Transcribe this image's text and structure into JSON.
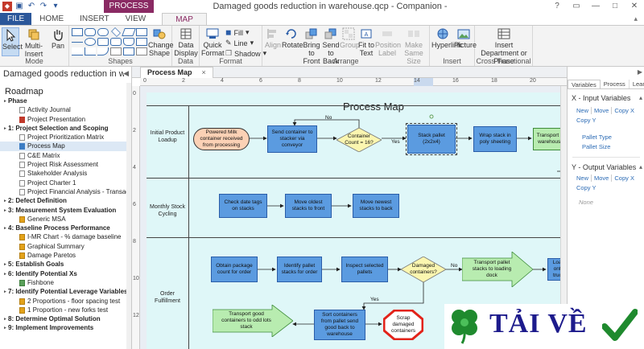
{
  "window": {
    "title": "Damaged goods reduction in warehouse.qcp - Companion - [Process Map]",
    "context_tab": "PROCESS MAP"
  },
  "ribbon": {
    "tabs": [
      "FILE",
      "HOME",
      "INSERT",
      "VIEW",
      "MAP"
    ],
    "groups": {
      "mode": {
        "label": "Mode",
        "buttons": [
          "Select",
          "Multi-Insert",
          "Pan"
        ]
      },
      "shapes": {
        "label": "Shapes",
        "change_shape": "Change Shape"
      },
      "data": {
        "label": "Data",
        "data_display": "Data Display"
      },
      "format": {
        "label": "Format",
        "quick_format": "Quick Format",
        "fill": "Fill",
        "line": "Line",
        "shadow": "Shadow"
      },
      "arrange": {
        "label": "Arrange",
        "buttons": [
          "Align",
          "Rotate",
          "Bring to Front",
          "Send to Back",
          "Group",
          "Fit to Text",
          "Position Label",
          "Make Same Size"
        ]
      },
      "insert": {
        "label": "Insert",
        "buttons": [
          "Hyperlink",
          "Picture"
        ]
      },
      "cross": {
        "label": "Cross-Functional",
        "button": "Insert Department or Phase"
      }
    }
  },
  "left_panel": {
    "title": "Damaged goods reduction in warehouse",
    "roadmap_label": "Roadmap",
    "items": [
      {
        "kind": "phase",
        "text": "Phase"
      },
      {
        "kind": "doc",
        "icon": "doc",
        "text": "Activity Journal"
      },
      {
        "kind": "doc",
        "icon": "pdf",
        "text": "Project Presentation"
      },
      {
        "kind": "phase",
        "text": "1: Project Selection and Scoping"
      },
      {
        "kind": "doc",
        "icon": "doc",
        "text": "Project Prioritization Matrix"
      },
      {
        "kind": "doc",
        "icon": "map",
        "text": "Process Map",
        "selected": true
      },
      {
        "kind": "doc",
        "icon": "doc",
        "text": "C&E Matrix"
      },
      {
        "kind": "doc",
        "icon": "doc",
        "text": "Project Risk Assessment"
      },
      {
        "kind": "doc",
        "icon": "doc",
        "text": "Stakeholder Analysis"
      },
      {
        "kind": "doc",
        "icon": "doc",
        "text": "Project Charter 1"
      },
      {
        "kind": "doc",
        "icon": "doc",
        "text": "Project Financial Analysis - Transactional"
      },
      {
        "kind": "phase",
        "text": "2: Defect Definition"
      },
      {
        "kind": "phase",
        "text": "3: Measurement System Evaluation"
      },
      {
        "kind": "doc",
        "icon": "chart",
        "text": "Generic MSA"
      },
      {
        "kind": "phase",
        "text": "4: Baseline Process Performance"
      },
      {
        "kind": "doc",
        "icon": "chart",
        "text": "I-MR Chart - % damage baseline"
      },
      {
        "kind": "doc",
        "icon": "chart",
        "text": "Graphical Summary"
      },
      {
        "kind": "doc",
        "icon": "chart",
        "text": "Damage Paretos"
      },
      {
        "kind": "phase",
        "text": "5: Establish Goals"
      },
      {
        "kind": "phase",
        "text": "6: Identify Potential Xs"
      },
      {
        "kind": "doc",
        "icon": "fish",
        "text": "Fishbone"
      },
      {
        "kind": "phase",
        "text": "7: Identify Potential Leverage Variables"
      },
      {
        "kind": "doc",
        "icon": "chart",
        "text": "2 Proportions - floor spacing test"
      },
      {
        "kind": "doc",
        "icon": "chart",
        "text": "1 Proportion - new forks test"
      },
      {
        "kind": "phase",
        "text": "8: Determine Optimal Solution"
      },
      {
        "kind": "phase",
        "text": "9: Implement Improvements"
      }
    ]
  },
  "doc_tab": {
    "label": "Process Map",
    "close": "×"
  },
  "ruler": {
    "h_ticks": [
      "0",
      "2",
      "4",
      "6",
      "8",
      "10",
      "12",
      "14",
      "16",
      "18",
      "20"
    ],
    "v_ticks": [
      "0",
      "2",
      "4",
      "6",
      "8",
      "10",
      "12",
      "14"
    ]
  },
  "process_map": {
    "title": "Process Map",
    "lanes": [
      "Initial Product Loadup",
      "Monthly Stock Cycling",
      "Order Fulfillment"
    ],
    "nodes": {
      "n1": "Powered Milk container received from processing",
      "n2": "Send container to stacker via conveyor",
      "d1": "Container Count = 16?",
      "n3": "Stack pallet (2x2x4)",
      "n4": "Wrap stack in poly sheeting",
      "n5": "Transport to warehouse",
      "n6": "Check date tags on stacks",
      "n7": "Move oldest stacks to front",
      "n8": "Move newest stacks to back",
      "n9": "Obtain package count for order",
      "n10": "Identify pallet stacks for order",
      "n11": "Inspect selected pallets",
      "d2": "Damaged containers?",
      "n12": "Transport pallet stacks to loading dock",
      "n13": "Load onto truck",
      "n14": "Transport good containers to odd lots stack",
      "n15": "Sort containers from pallet send good back to warehouse",
      "n16": "Scrap damaged containers"
    },
    "edge_labels": {
      "no1": "No",
      "yes1": "Yes",
      "no2": "No",
      "yes2": "Yes"
    }
  },
  "right_panel": {
    "tabs": [
      "Variables",
      "Process",
      "Lean"
    ],
    "x_title": "X - Input Variables",
    "x_links": [
      "New",
      "Move",
      "Copy X",
      "Copy Y"
    ],
    "x_items": [
      "Pallet Type",
      "Pallet Size"
    ],
    "y_title": "Y - Output Variables",
    "y_links": [
      "New",
      "Move",
      "Copy X",
      "Copy Y"
    ],
    "y_none": "None"
  },
  "watermark": {
    "text": "TẢI VỀ"
  },
  "colors": {
    "file_tab": "#2b579a",
    "context_tab": "#8a2a63",
    "process_blue": "#5b9be0",
    "decision_yellow": "#fbf6b0",
    "terminal_orange": "#fbd1b5",
    "transport_green": "#b8ecb0"
  }
}
